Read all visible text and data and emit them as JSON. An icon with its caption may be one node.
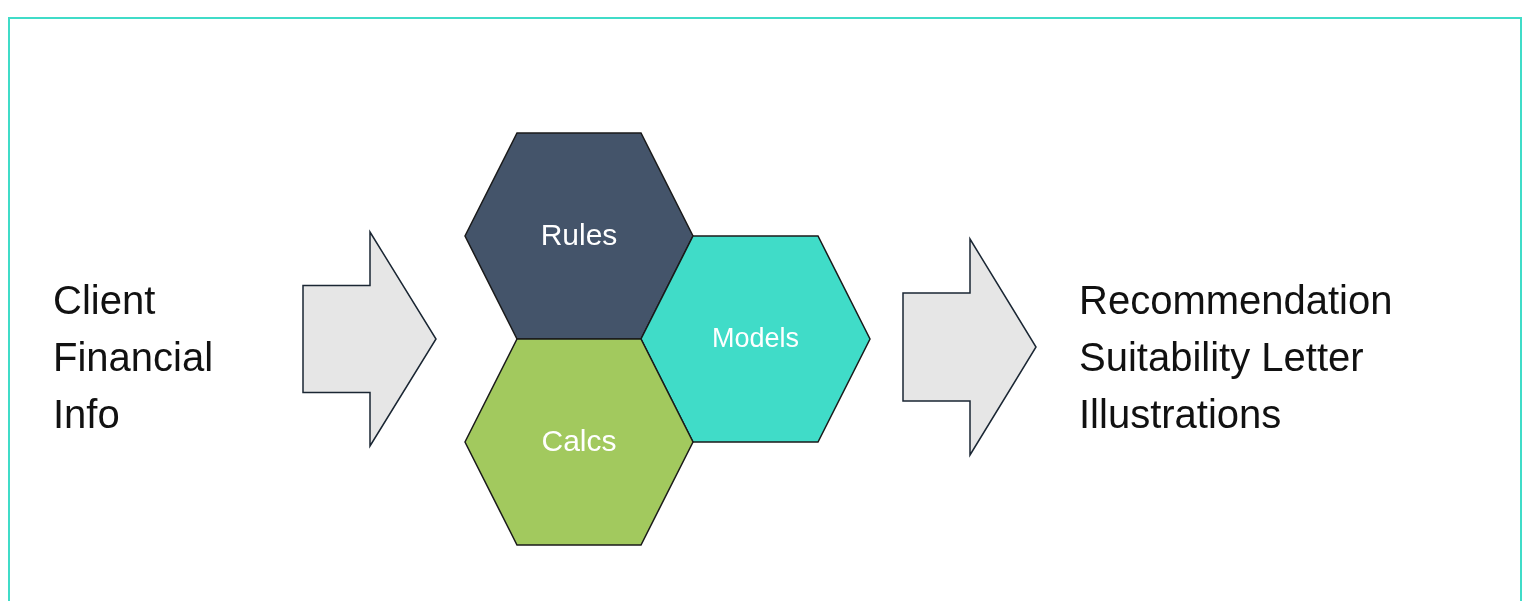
{
  "diagram": {
    "nodes": [
      {
        "text": [
          "Client Financial Info"
        ]
      },
      {
        "text": [
          "Rules"
        ]
      },
      {
        "text": [
          "Models"
        ]
      },
      {
        "text": [
          "Calcs"
        ]
      },
      {
        "text": [
          "Recommendation",
          "Suitability Letter",
          "Illustrations"
        ]
      }
    ],
    "edges": [
      {
        "from": 0,
        "to": 3,
        "arrow": "to"
      },
      {
        "from": 2,
        "to": 4,
        "arrow": "to"
      }
    ]
  }
}
